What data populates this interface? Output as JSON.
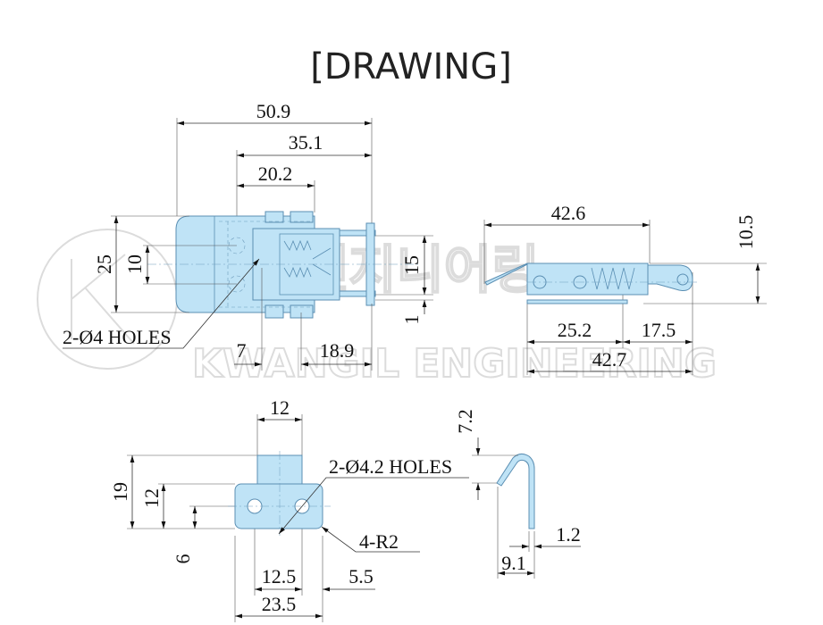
{
  "title": "[DRAWING]",
  "watermark": {
    "brand": "KWANGIL ENGINEERING",
    "korean": "광일엔지니어링"
  },
  "colors": {
    "part_fill": "#bfe3f6",
    "part_stroke": "#5b8fb3",
    "dimension": "#333333"
  },
  "top_view": {
    "overall_width": "50.9",
    "width_2": "35.1",
    "width_3": "20.2",
    "height_overall": "25",
    "hole_spacing": "10",
    "hook_height": "15",
    "hook_thickness": "1",
    "holes_note": "2-Ø4 HOLES",
    "offset_1": "7",
    "offset_2": "18.9"
  },
  "side_view": {
    "top_length": "42.6",
    "height": "10.5",
    "len_left": "25.2",
    "len_right": "17.5",
    "overall_length": "42.7"
  },
  "catch_front_view": {
    "tab_width": "12",
    "height_overall": "19",
    "plate_height": "12",
    "hole_height": "6",
    "holes_note": "2-Ø4.2 HOLES",
    "radius_note": "4-R2",
    "hole_spacing": "12.5",
    "edge_offset": "5.5",
    "plate_width": "23.5"
  },
  "catch_side_view": {
    "hook_height": "7.2",
    "thickness": "1.2",
    "depth": "9.1"
  }
}
